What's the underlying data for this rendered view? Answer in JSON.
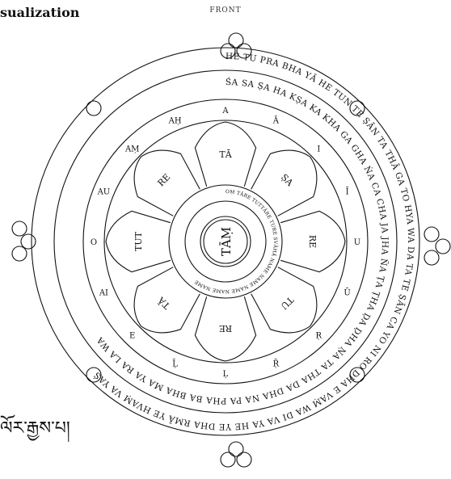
{
  "header": {
    "title": "sualization",
    "subtitle": "FRONT"
  },
  "caption": "ལོར་རྒྱས་པ།",
  "center": {
    "syllable": "TĀṂ"
  },
  "outer_ring": {
    "text": "HE TU PRA BHA YĀ HE TUN TE ṢĀN TA THĀ GA TO HYA WA DA TA TE ṢĀN CA YO NI RO DHA E VAṂ WA DI VA YA HE YE DHA RMĀ YE HVAṂ VA YAŚ"
  },
  "ring3": {
    "text": "ŚA SA ṢA HA KṢA KA KHA GA GHA ṄA CA CHA JA JHA ÑA ṬA ṬHA ḌA ḌHA ṆA TA THA DA DHA NA PA PHA BA BHA MA YA RA LA WA"
  },
  "ring2": {
    "items": [
      "A",
      "Ā",
      "I",
      "Ī",
      "U",
      "Ū",
      "Ṛ",
      "Ṝ",
      "Ḷ",
      "Ḹ",
      "E",
      "AI",
      "O",
      "AU",
      "AṂ",
      "AḤ"
    ]
  },
  "petals": {
    "items": [
      "TĀ",
      "ṢA",
      "RE",
      "TU",
      "RE",
      "TĀ",
      "TUT",
      "RE"
    ]
  },
  "inner_ring": {
    "text": "OṂ TĀRE TUTTĀRE TURE SVĀHĀ NAME NAME NAME NAME NAME"
  }
}
